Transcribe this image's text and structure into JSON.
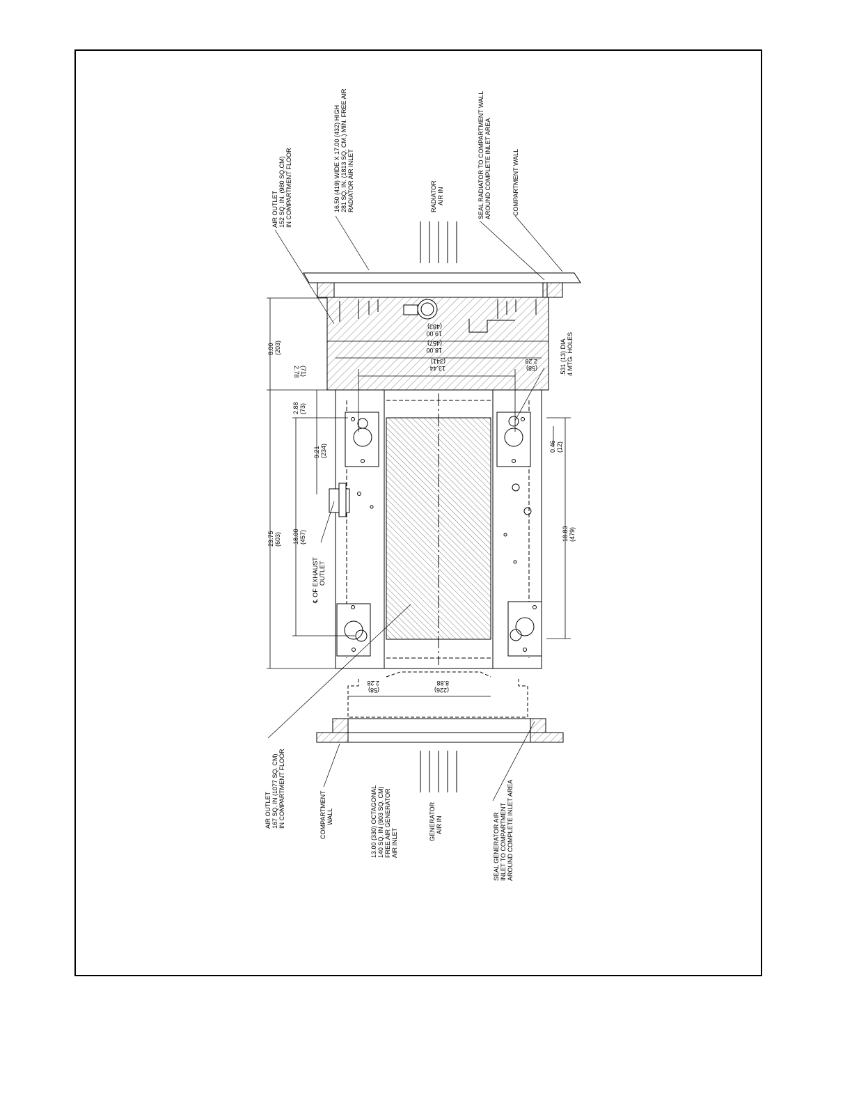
{
  "drawing": {
    "radiator_side": {
      "air_outlet": [
        "AIR OUTLET",
        "152 SQ. IN. (980 SQ.CM)",
        "IN COMPARTMENT FLOOR"
      ],
      "air_inlet": [
        "16.50 (419) WIDE X 17.00 (432) HIGH",
        "281 SQ. IN. (1813 SQ. CM.) MIN. FREE AIR",
        "RADIATOR AIR INLET"
      ],
      "air_in": [
        "RADIATOR",
        "AIR IN"
      ],
      "seal": [
        "SEAL RADIATOR TO COMPARTMENT WALL",
        "AROUND COMPLETE INLET AREA"
      ],
      "wall": [
        "COMPARTMENT WALL"
      ]
    },
    "generator_side": {
      "air_outlet": [
        "AIR OUTLET",
        "167 SQ. IN (1077 SQ. CM)",
        "IN COMPARTMENT FLOOR"
      ],
      "wall": [
        "COMPARTMENT",
        "WALL"
      ],
      "air_inlet": [
        "13.00 (330) OCTAGONAL",
        "140 SQ. IN (903 SQ. CM)",
        "FREE AIR GENERATOR",
        "AIR INLET"
      ],
      "air_in": [
        "GENERATOR",
        "AIR IN"
      ],
      "seal": [
        "SEAL GENERATOR AIR",
        "INLET TO COMPARTMENT",
        "AROUND COMPLETE INLET AREA"
      ]
    },
    "exhaust": [
      "℄ OF EXHAUST",
      "OUTLET"
    ],
    "holes": [
      ".531 (13) DIA",
      "4 MTG. HOLES"
    ],
    "dims": {
      "d800": [
        "8.00",
        "(203)"
      ],
      "d278": [
        "2.78",
        "(71)"
      ],
      "d2375": [
        "23.75",
        "(603)"
      ],
      "d288": [
        "2.88",
        "(73)"
      ],
      "d921": [
        "9.21",
        "(234)"
      ],
      "d1800l": [
        "18.00",
        "(457)"
      ],
      "d046": [
        "0.46",
        "(12)"
      ],
      "d1883": [
        "18.83",
        "(479)"
      ],
      "d1900": [
        "19.00",
        "(483)"
      ],
      "d1800t": [
        "18.00",
        "(457)"
      ],
      "d1344": [
        "13.44",
        "(341)"
      ],
      "d228r": [
        "2.28",
        "(58)"
      ],
      "d228b": [
        "2.28",
        "(58)"
      ],
      "d888": [
        "8.88",
        "(226)"
      ]
    }
  }
}
